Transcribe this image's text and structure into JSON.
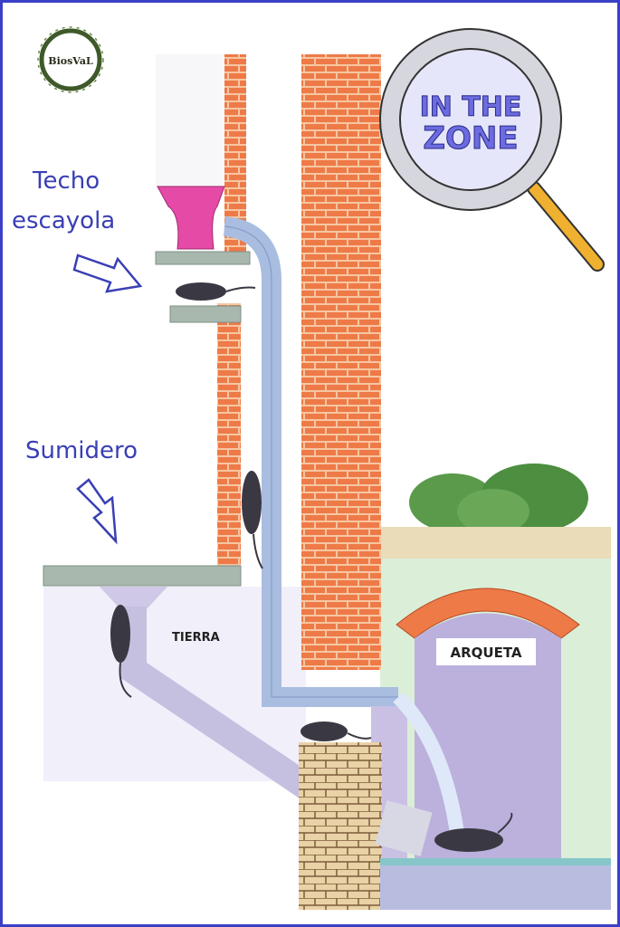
{
  "logo": {
    "text": "BiosVaL"
  },
  "badge": {
    "line1": "IN THE",
    "line2": "ZONE"
  },
  "labels": {
    "techo": "Techo",
    "escayola": "escayola",
    "sumidero": "Sumidero",
    "tierra": "TIERRA",
    "arqueta": "ARQUETA"
  },
  "colors": {
    "border": "#3b3fc8",
    "label": "#3a3fb4",
    "brick": "#e9643c",
    "pipe": "#a9bde0"
  }
}
